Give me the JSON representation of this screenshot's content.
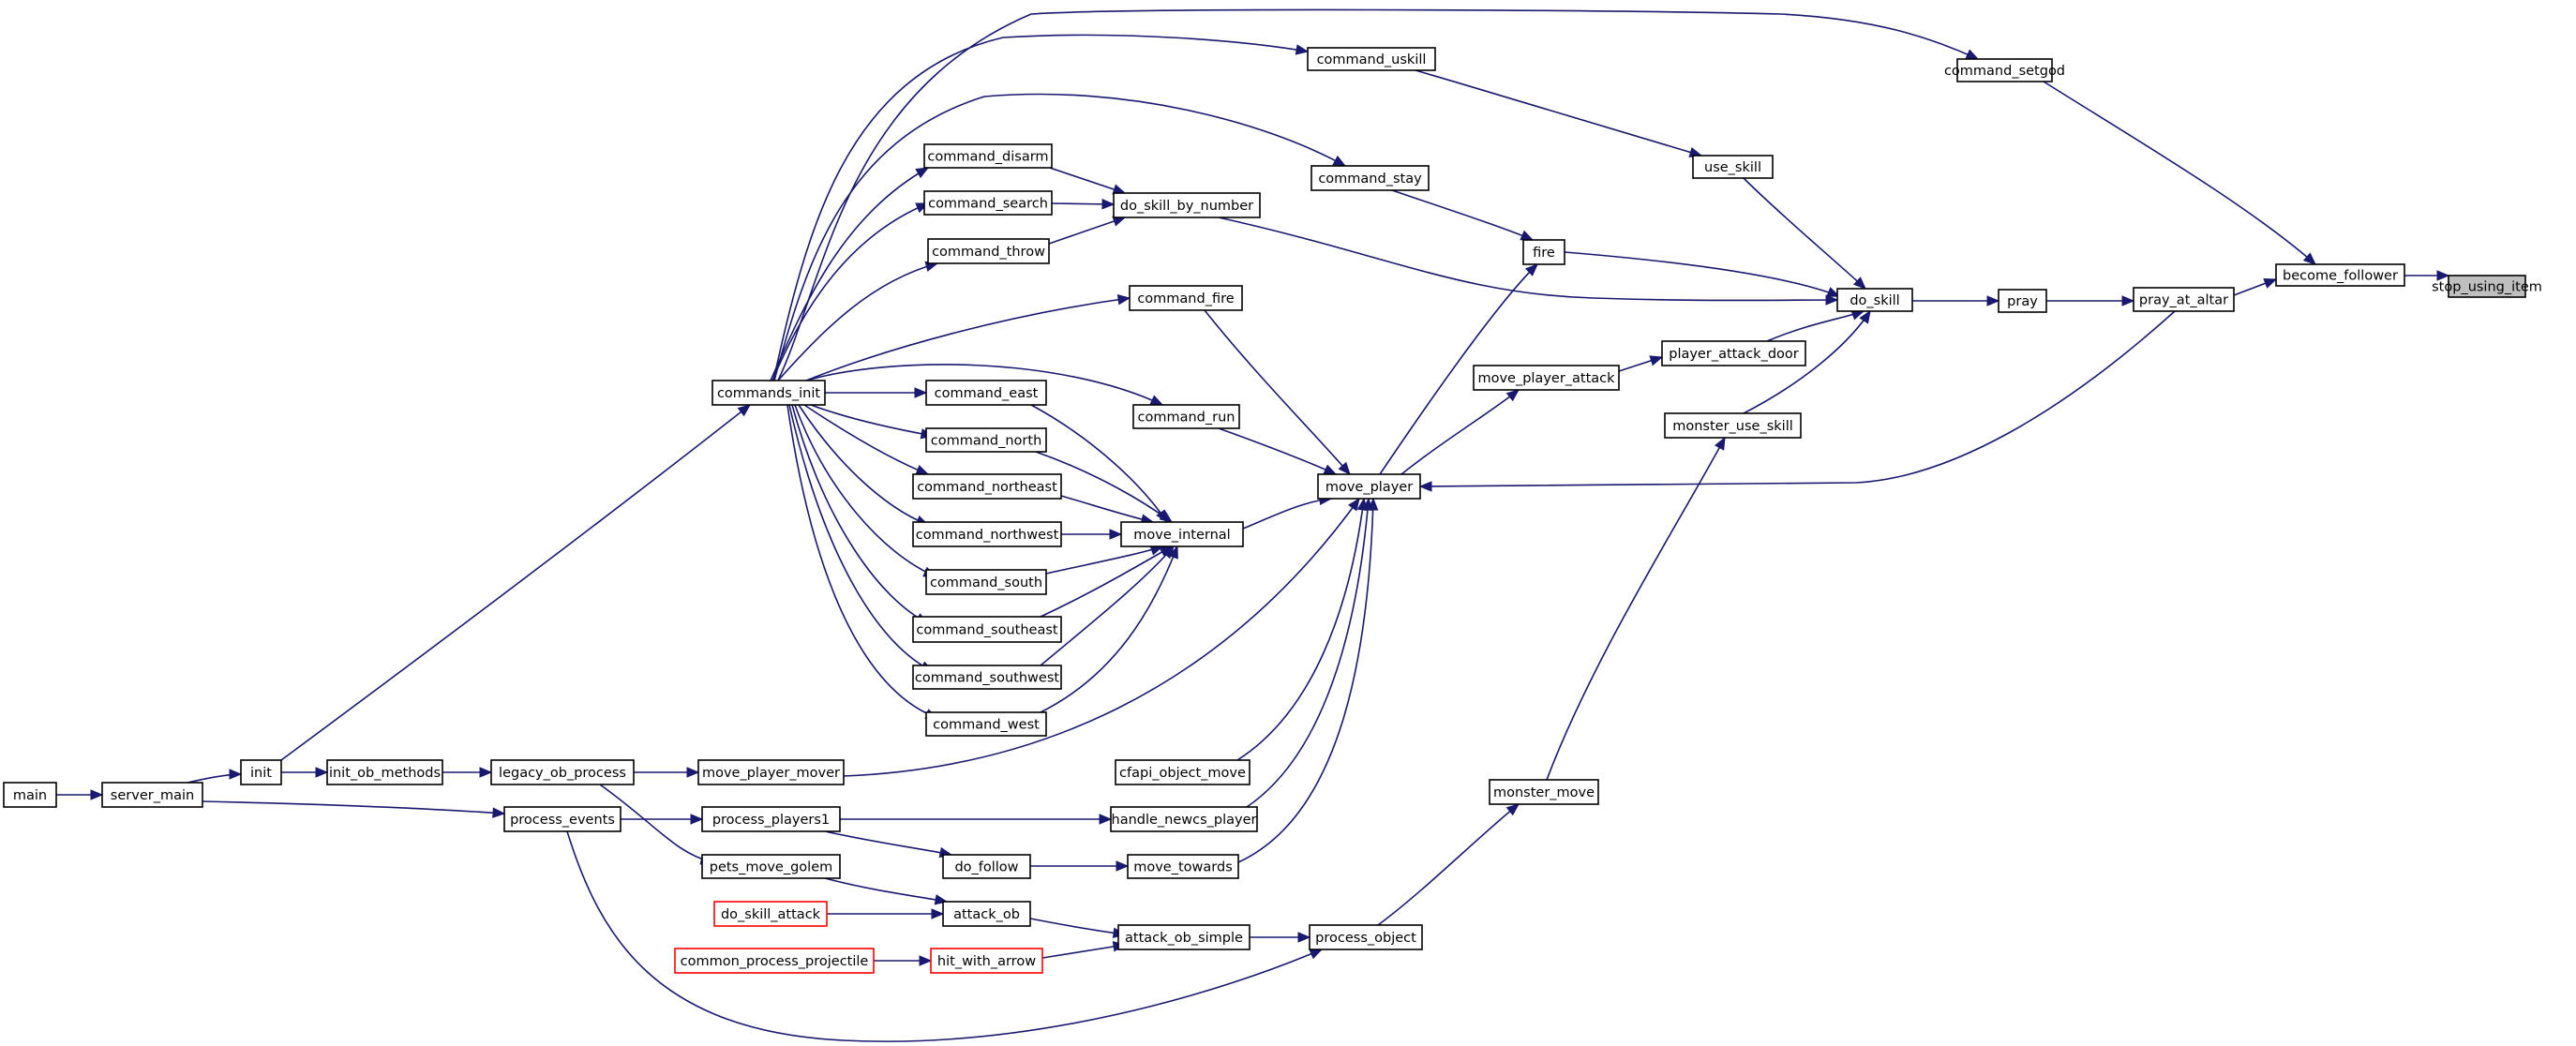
{
  "diagram": {
    "type": "call-graph",
    "colors": {
      "edge": "#191970",
      "node_border": "#000000",
      "target_fill": "#bfbfbf",
      "external_border": "#ff0000"
    },
    "nodes": [
      {
        "id": "stop_using_item",
        "label": "stop_using_item",
        "style": "target"
      },
      {
        "id": "become_follower",
        "label": "become_follower"
      },
      {
        "id": "command_setgod",
        "label": "command_setgod"
      },
      {
        "id": "pray_at_altar",
        "label": "pray_at_altar"
      },
      {
        "id": "pray",
        "label": "pray"
      },
      {
        "id": "do_skill",
        "label": "do_skill"
      },
      {
        "id": "command_uskill",
        "label": "command_uskill"
      },
      {
        "id": "use_skill",
        "label": "use_skill"
      },
      {
        "id": "command_stay",
        "label": "command_stay"
      },
      {
        "id": "fire",
        "label": "fire"
      },
      {
        "id": "command_disarm",
        "label": "command_disarm"
      },
      {
        "id": "command_search",
        "label": "command_search"
      },
      {
        "id": "do_skill_by_number",
        "label": "do_skill_by_number"
      },
      {
        "id": "command_throw",
        "label": "command_throw"
      },
      {
        "id": "command_fire",
        "label": "command_fire"
      },
      {
        "id": "player_attack_door",
        "label": "player_attack_door"
      },
      {
        "id": "move_player_attack",
        "label": "move_player_attack"
      },
      {
        "id": "commands_init",
        "label": "commands_init"
      },
      {
        "id": "command_east",
        "label": "command_east"
      },
      {
        "id": "command_run",
        "label": "command_run"
      },
      {
        "id": "monster_use_skill",
        "label": "monster_use_skill"
      },
      {
        "id": "command_north",
        "label": "command_north"
      },
      {
        "id": "command_northeast",
        "label": "command_northeast"
      },
      {
        "id": "move_player",
        "label": "move_player"
      },
      {
        "id": "command_northwest",
        "label": "command_northwest"
      },
      {
        "id": "move_internal",
        "label": "move_internal"
      },
      {
        "id": "command_south",
        "label": "command_south"
      },
      {
        "id": "command_southeast",
        "label": "command_southeast"
      },
      {
        "id": "command_southwest",
        "label": "command_southwest"
      },
      {
        "id": "command_west",
        "label": "command_west"
      },
      {
        "id": "init",
        "label": "init"
      },
      {
        "id": "init_ob_methods",
        "label": "init_ob_methods"
      },
      {
        "id": "legacy_ob_process",
        "label": "legacy_ob_process"
      },
      {
        "id": "move_player_mover",
        "label": "move_player_mover"
      },
      {
        "id": "cfapi_object_move",
        "label": "cfapi_object_move"
      },
      {
        "id": "main",
        "label": "main"
      },
      {
        "id": "server_main",
        "label": "server_main"
      },
      {
        "id": "monster_move",
        "label": "monster_move"
      },
      {
        "id": "process_events",
        "label": "process_events"
      },
      {
        "id": "process_players1",
        "label": "process_players1"
      },
      {
        "id": "handle_newcs_player",
        "label": "handle_newcs_player"
      },
      {
        "id": "pets_move_golem",
        "label": "pets_move_golem"
      },
      {
        "id": "do_follow",
        "label": "do_follow"
      },
      {
        "id": "move_towards",
        "label": "move_towards"
      },
      {
        "id": "do_skill_attack",
        "label": "do_skill_attack",
        "style": "external"
      },
      {
        "id": "attack_ob",
        "label": "attack_ob"
      },
      {
        "id": "attack_ob_simple",
        "label": "attack_ob_simple"
      },
      {
        "id": "process_object",
        "label": "process_object"
      },
      {
        "id": "common_process_projectile",
        "label": "common_process_projectile",
        "style": "external"
      },
      {
        "id": "hit_with_arrow",
        "label": "hit_with_arrow",
        "style": "external"
      }
    ],
    "edges": [
      {
        "from": "become_follower",
        "to": "stop_using_item"
      },
      {
        "from": "command_setgod",
        "to": "become_follower"
      },
      {
        "from": "pray_at_altar",
        "to": "become_follower"
      },
      {
        "from": "pray",
        "to": "pray_at_altar"
      },
      {
        "from": "do_skill",
        "to": "pray"
      },
      {
        "from": "use_skill",
        "to": "do_skill"
      },
      {
        "from": "fire",
        "to": "do_skill"
      },
      {
        "from": "do_skill_by_number",
        "to": "do_skill"
      },
      {
        "from": "player_attack_door",
        "to": "do_skill"
      },
      {
        "from": "monster_use_skill",
        "to": "do_skill"
      },
      {
        "from": "command_uskill",
        "to": "use_skill"
      },
      {
        "from": "command_stay",
        "to": "fire"
      },
      {
        "from": "move_player",
        "to": "fire"
      },
      {
        "from": "command_disarm",
        "to": "do_skill_by_number"
      },
      {
        "from": "command_search",
        "to": "do_skill_by_number"
      },
      {
        "from": "command_throw",
        "to": "do_skill_by_number"
      },
      {
        "from": "move_player_attack",
        "to": "player_attack_door"
      },
      {
        "from": "move_player",
        "to": "move_player_attack"
      },
      {
        "from": "pray_at_altar",
        "to": "move_player"
      },
      {
        "from": "monster_move",
        "to": "monster_use_skill"
      },
      {
        "from": "commands_init",
        "to": "command_setgod"
      },
      {
        "from": "commands_init",
        "to": "command_uskill"
      },
      {
        "from": "commands_init",
        "to": "command_stay"
      },
      {
        "from": "commands_init",
        "to": "command_disarm"
      },
      {
        "from": "commands_init",
        "to": "command_search"
      },
      {
        "from": "commands_init",
        "to": "command_throw"
      },
      {
        "from": "commands_init",
        "to": "command_fire"
      },
      {
        "from": "commands_init",
        "to": "command_east"
      },
      {
        "from": "commands_init",
        "to": "command_run"
      },
      {
        "from": "commands_init",
        "to": "command_north"
      },
      {
        "from": "commands_init",
        "to": "command_northeast"
      },
      {
        "from": "commands_init",
        "to": "command_northwest"
      },
      {
        "from": "commands_init",
        "to": "command_south"
      },
      {
        "from": "commands_init",
        "to": "command_southeast"
      },
      {
        "from": "commands_init",
        "to": "command_southwest"
      },
      {
        "from": "commands_init",
        "to": "command_west"
      },
      {
        "from": "command_fire",
        "to": "move_player"
      },
      {
        "from": "command_run",
        "to": "move_player"
      },
      {
        "from": "move_internal",
        "to": "move_player"
      },
      {
        "from": "move_player_mover",
        "to": "move_player"
      },
      {
        "from": "cfapi_object_move",
        "to": "move_player"
      },
      {
        "from": "handle_newcs_player",
        "to": "move_player"
      },
      {
        "from": "move_towards",
        "to": "move_player"
      },
      {
        "from": "command_east",
        "to": "move_internal"
      },
      {
        "from": "command_north",
        "to": "move_internal"
      },
      {
        "from": "command_northeast",
        "to": "move_internal"
      },
      {
        "from": "command_northwest",
        "to": "move_internal"
      },
      {
        "from": "command_south",
        "to": "move_internal"
      },
      {
        "from": "command_southeast",
        "to": "move_internal"
      },
      {
        "from": "command_southwest",
        "to": "move_internal"
      },
      {
        "from": "command_west",
        "to": "move_internal"
      },
      {
        "from": "init",
        "to": "commands_init"
      },
      {
        "from": "init",
        "to": "init_ob_methods"
      },
      {
        "from": "init_ob_methods",
        "to": "legacy_ob_process"
      },
      {
        "from": "legacy_ob_process",
        "to": "move_player_mover"
      },
      {
        "from": "legacy_ob_process",
        "to": "pets_move_golem"
      },
      {
        "from": "main",
        "to": "server_main"
      },
      {
        "from": "server_main",
        "to": "init"
      },
      {
        "from": "server_main",
        "to": "process_events"
      },
      {
        "from": "process_events",
        "to": "process_players1"
      },
      {
        "from": "process_events",
        "to": "process_object"
      },
      {
        "from": "process_players1",
        "to": "handle_newcs_player"
      },
      {
        "from": "process_players1",
        "to": "do_follow"
      },
      {
        "from": "do_follow",
        "to": "move_towards"
      },
      {
        "from": "pets_move_golem",
        "to": "attack_ob"
      },
      {
        "from": "do_skill_attack",
        "to": "attack_ob"
      },
      {
        "from": "attack_ob",
        "to": "attack_ob_simple"
      },
      {
        "from": "hit_with_arrow",
        "to": "attack_ob_simple"
      },
      {
        "from": "common_process_projectile",
        "to": "hit_with_arrow"
      },
      {
        "from": "attack_ob_simple",
        "to": "process_object"
      },
      {
        "from": "process_object",
        "to": "monster_move"
      }
    ]
  }
}
